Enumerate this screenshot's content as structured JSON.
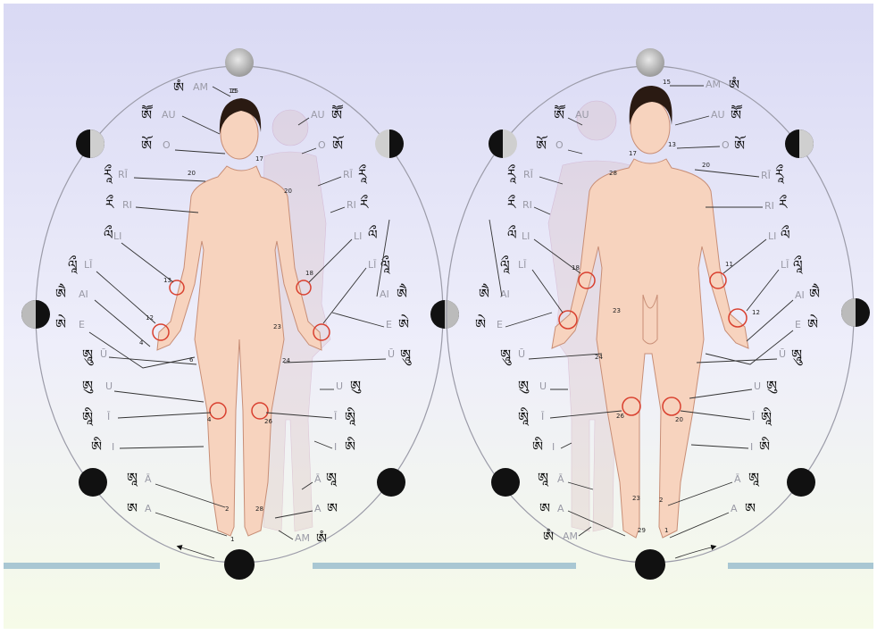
{
  "colors": {
    "sky_top": "#dcdcf5",
    "sky_bottom": "#f6fbe9",
    "skin": "#f7d3be",
    "skin_outline": "#c88e76",
    "bar": "#a9c7d3",
    "marker": "#d9402f",
    "hair": "#2a1a12"
  },
  "female": {
    "labels_left": [
      {
        "tib": "ཨཾ",
        "lat": "AM",
        "num": "15"
      },
      {
        "tib": "ཨཽ",
        "lat": "AU",
        "num": ""
      },
      {
        "tib": "ཨོ",
        "lat": "O",
        "num": "17"
      },
      {
        "tib": "རཱྀ",
        "lat": "RĪ",
        "num": "20"
      },
      {
        "tib": "རྀ",
        "lat": "RI",
        "num": ""
      },
      {
        "tib": "ལྀ",
        "lat": "LI",
        "num": "13"
      },
      {
        "tib": "ལཱྀ",
        "lat": "LĪ",
        "num": "12"
      },
      {
        "tib": "ཨཻ",
        "lat": "AI",
        "num": "4"
      },
      {
        "tib": "ཨེ",
        "lat": "E",
        "num": "6"
      },
      {
        "tib": "ཨཱུ",
        "lat": "Ū",
        "num": ""
      },
      {
        "tib": "ཨུ",
        "lat": "U",
        "num": ""
      },
      {
        "tib": "ཨཱི",
        "lat": "Ī",
        "num": "4"
      },
      {
        "tib": "ཨི",
        "lat": "I",
        "num": ""
      },
      {
        "tib": "ཨཱ",
        "lat": "Ā",
        "num": "2"
      },
      {
        "tib": "ཨ",
        "lat": "A",
        "num": "1"
      }
    ],
    "labels_right": [
      {
        "tib": "ཨཽ",
        "lat": "AU"
      },
      {
        "tib": "ཨོ",
        "lat": "O"
      },
      {
        "tib": "རཱྀ",
        "lat": "RĪ"
      },
      {
        "tib": "རྀ",
        "lat": "RI"
      },
      {
        "tib": "ལྀ",
        "lat": "LI"
      },
      {
        "tib": "ལཱྀ",
        "lat": "LĪ"
      },
      {
        "tib": "ཨཻ",
        "lat": "AI"
      },
      {
        "tib": "ཨེ",
        "lat": "E"
      },
      {
        "tib": "ཨཱུ",
        "lat": "Ū"
      },
      {
        "tib": "ཨུ",
        "lat": "U"
      },
      {
        "tib": "ཨཱི",
        "lat": "Ī"
      },
      {
        "tib": "ཨི",
        "lat": "I"
      },
      {
        "tib": "ཨཱ",
        "lat": "Ā"
      },
      {
        "tib": "ཨ",
        "lat": "A"
      },
      {
        "tib": "ཨཾ",
        "lat": "AM"
      }
    ],
    "extra_numbers": [
      "18",
      "23",
      "24",
      "26",
      "20",
      "15",
      "28"
    ]
  },
  "male": {
    "labels_right": [
      {
        "tib": "ཨཾ",
        "lat": "AM",
        "num": "15"
      },
      {
        "tib": "ཨཽ",
        "lat": "AU",
        "num": ""
      },
      {
        "tib": "ཨོ",
        "lat": "O",
        "num": "13"
      },
      {
        "tib": "རཱྀ",
        "lat": "RĪ",
        "num": "20"
      },
      {
        "tib": "རྀ",
        "lat": "RI",
        "num": ""
      },
      {
        "tib": "ལྀ",
        "lat": "LI",
        "num": "11"
      },
      {
        "tib": "ལཱྀ",
        "lat": "LĪ",
        "num": "12"
      },
      {
        "tib": "ཨཻ",
        "lat": "AI",
        "num": ""
      },
      {
        "tib": "ཨེ",
        "lat": "E",
        "num": ""
      },
      {
        "tib": "ཨཱུ",
        "lat": "Ū",
        "num": ""
      },
      {
        "tib": "ཨུ",
        "lat": "U",
        "num": ""
      },
      {
        "tib": "ཨཱི",
        "lat": "Ī",
        "num": "20"
      },
      {
        "tib": "ཨི",
        "lat": "I",
        "num": ""
      },
      {
        "tib": "ཨཱ",
        "lat": "Ā",
        "num": "2"
      },
      {
        "tib": "ཨ",
        "lat": "A",
        "num": "1"
      }
    ],
    "labels_left": [
      {
        "tib": "ཨཽ",
        "lat": "AU"
      },
      {
        "tib": "ཨོ",
        "lat": "O"
      },
      {
        "tib": "རཱྀ",
        "lat": "RĪ"
      },
      {
        "tib": "རྀ",
        "lat": "RI"
      },
      {
        "tib": "ལྀ",
        "lat": "LI"
      },
      {
        "tib": "ལཱྀ",
        "lat": "LĪ"
      },
      {
        "tib": "ཨཻ",
        "lat": "AI"
      },
      {
        "tib": "ཨེ",
        "lat": "E"
      },
      {
        "tib": "ཨཱུ",
        "lat": "Ū"
      },
      {
        "tib": "ཨུ",
        "lat": "U"
      },
      {
        "tib": "ཨཱི",
        "lat": "Ī"
      },
      {
        "tib": "ཨི",
        "lat": "I"
      },
      {
        "tib": "ཨཱ",
        "lat": "Ā"
      },
      {
        "tib": "ཨ",
        "lat": "A"
      },
      {
        "tib": "ཨཾ",
        "lat": "AM"
      }
    ],
    "extra_numbers": [
      "17",
      "28",
      "18",
      "23",
      "24",
      "26",
      "23",
      "29"
    ]
  },
  "moon_phases": [
    "full",
    "waning-half",
    "waxing-half",
    "half",
    "new",
    "new"
  ],
  "arrows": [
    "counterclockwise",
    "clockwise"
  ]
}
